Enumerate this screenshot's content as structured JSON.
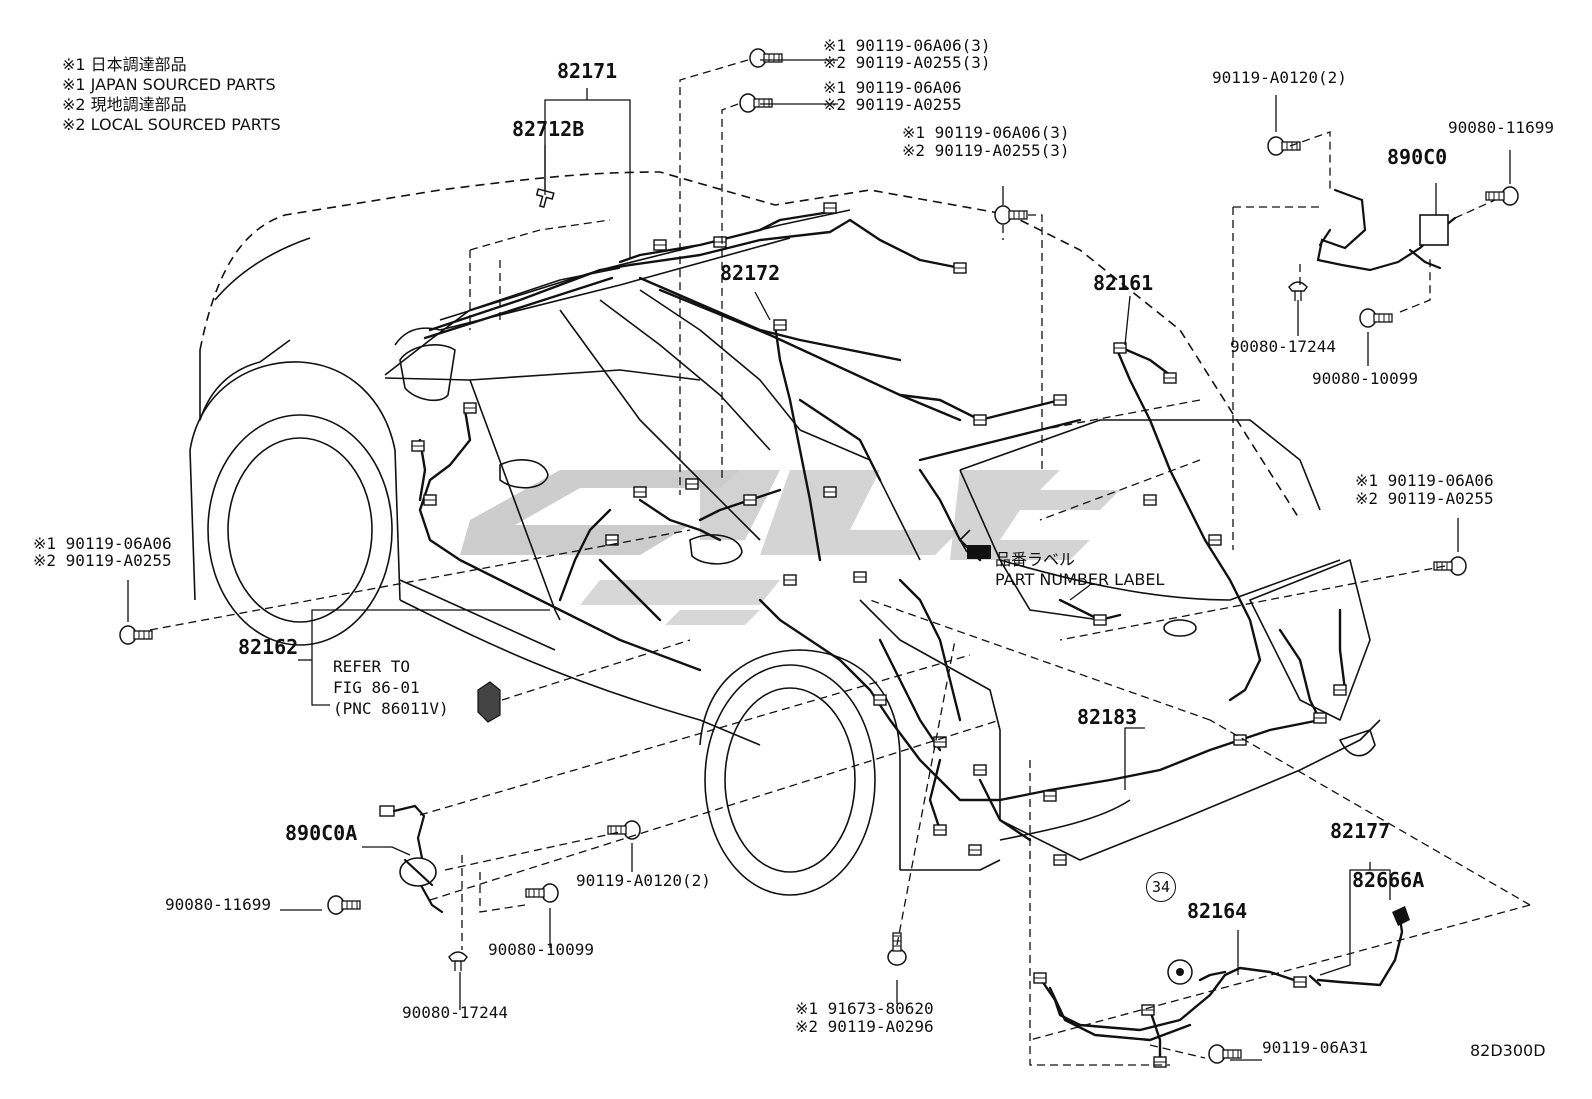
{
  "legend": [
    "※1 日本調達部品",
    "※1 JAPAN SOURCED PARTS",
    "※2 現地調達部品",
    "※2 LOCAL SOURCED PARTS"
  ],
  "labels": {
    "p82171": "82171",
    "p82712B": "82712B",
    "p82172": "82172",
    "p82161": "82161",
    "p82162": "82162",
    "p82183": "82183",
    "p82177": "82177",
    "p82666A": "82666A",
    "p82164": "82164",
    "p890C0": "890C0",
    "p890C0A": "890C0A",
    "circle34": "34"
  },
  "callouts": {
    "top_bolt_a1": "※1 90119-06A06(3)",
    "top_bolt_a2": "※2 90119-A0255(3)",
    "top_bolt_b1": "※1 90119-06A06",
    "top_bolt_b2": "※2 90119-A0255",
    "mid_bolt_c1": "※1 90119-06A06(3)",
    "mid_bolt_c2": "※2 90119-A0255(3)",
    "right_a0120": "90119-A0120(2)",
    "right_11699": "90080-11699",
    "right_17244": "90080-17244",
    "right_10099": "90080-10099",
    "right_bolt_d1": "※1 90119-06A06",
    "right_bolt_d2": "※2 90119-A0255",
    "left_bolt_e1": "※1 90119-06A06",
    "left_bolt_e2": "※2 90119-A0255",
    "refer_1": "REFER TO",
    "refer_2": "FIG 86-01",
    "refer_3": "(PNC 86011V)",
    "label_jp": "品番ラベル",
    "label_en": "PART NUMBER LABEL",
    "lower_a0120": "90119-A0120(2)",
    "lower_11699": "90080-11699",
    "lower_10099": "90080-10099",
    "lower_17244": "90080-17244",
    "bottom_clip_1": "※1 91673-80620",
    "bottom_clip_2": "※2 90119-A0296",
    "bottom_06a31": "90119-06A31",
    "fig_code": "82D300D"
  },
  "colors": {
    "line": "#111111",
    "watermark": "#bdbdbd",
    "background": "#ffffff"
  }
}
